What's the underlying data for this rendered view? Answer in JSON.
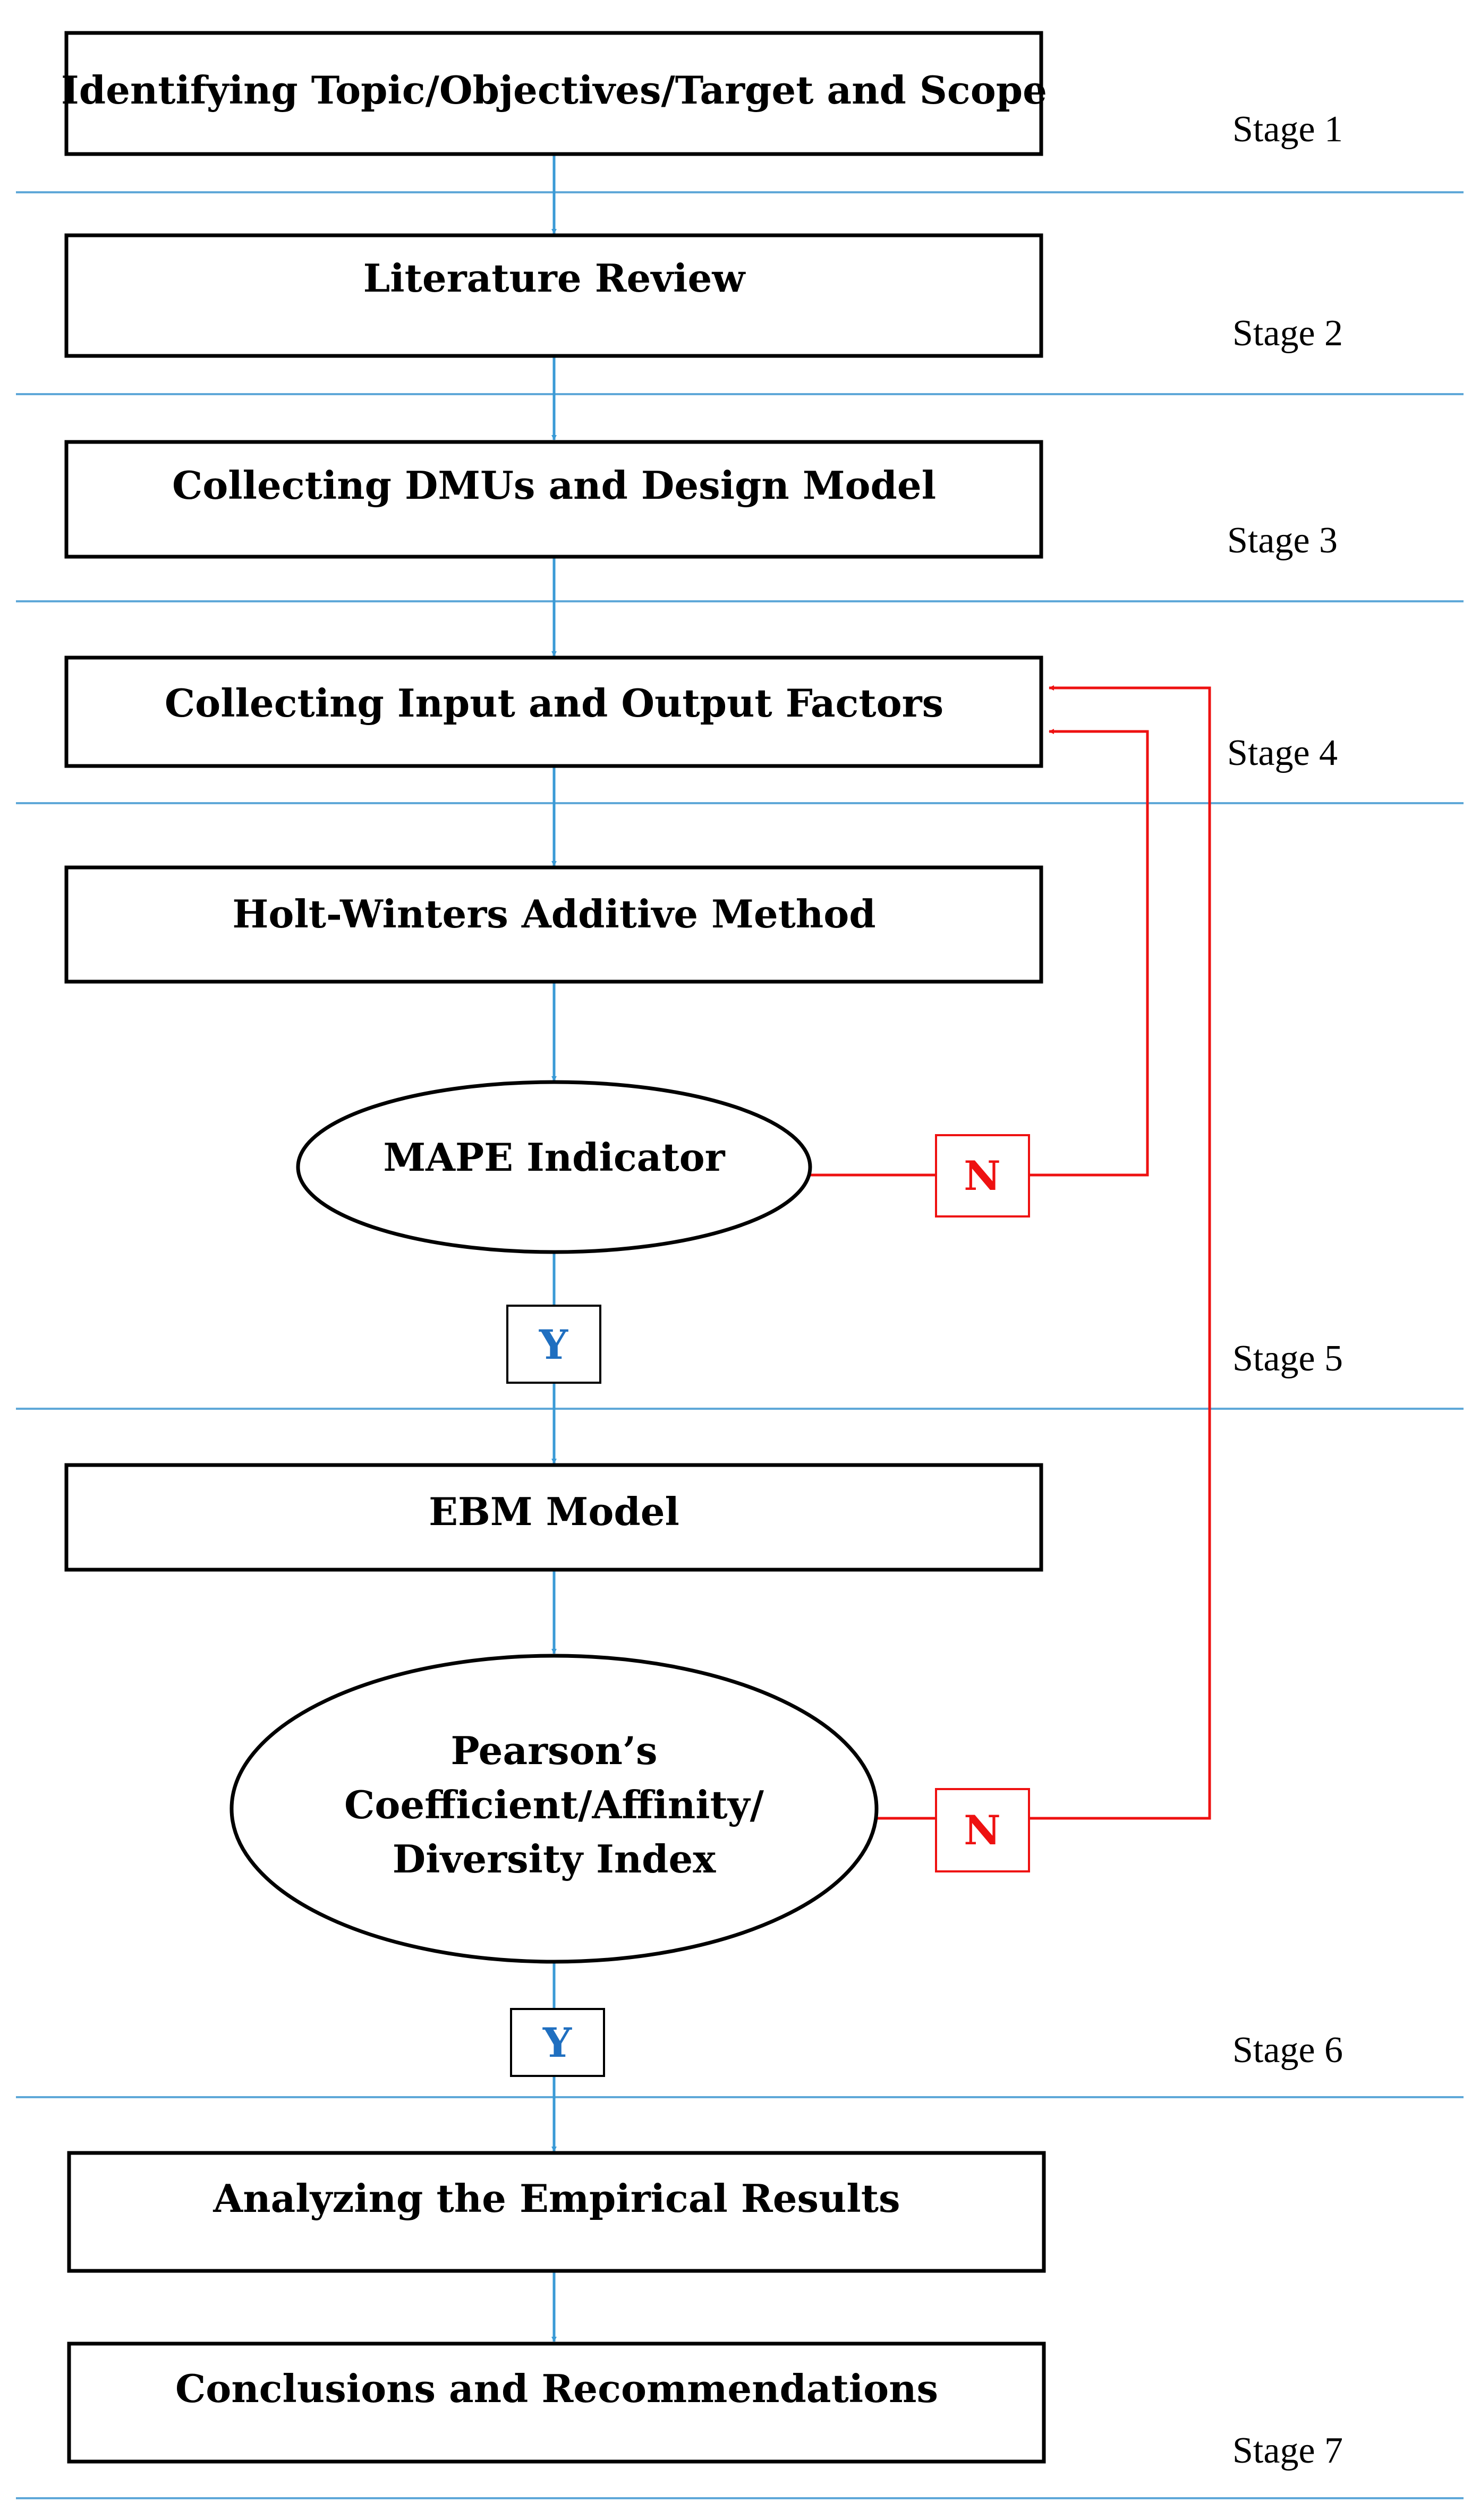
{
  "steps": {
    "s1": "Identifying Topic/Objectives/Target and Scope",
    "s2": "Literature Review",
    "s3": "Collecting DMUs and Design Model",
    "s4": "Collecting Input and Output Factors",
    "s5": "Holt-Winters Additive Method",
    "s6": "MAPE Indicator",
    "s7": "EBM Model",
    "s8_line1": "Pearson’s",
    "s8_line2": "Coefficient/Affinity/",
    "s8_line3": "Diversity Index",
    "s9": "Analyzing the Empirical Results",
    "s10": "Conclusions and Recommendations"
  },
  "stages": [
    "Stage 1",
    "Stage 2",
    "Stage 3",
    "Stage 4",
    "Stage 5",
    "Stage 6",
    "Stage 7"
  ],
  "decisions": {
    "no": "N",
    "yes": "Y"
  },
  "colors": {
    "separator": "#5fa8d8",
    "flow_arrow": "#3a9ad6",
    "feedback": "#ee1111",
    "yes_text": "#1f6fc0",
    "no_text": "#ee1111"
  }
}
